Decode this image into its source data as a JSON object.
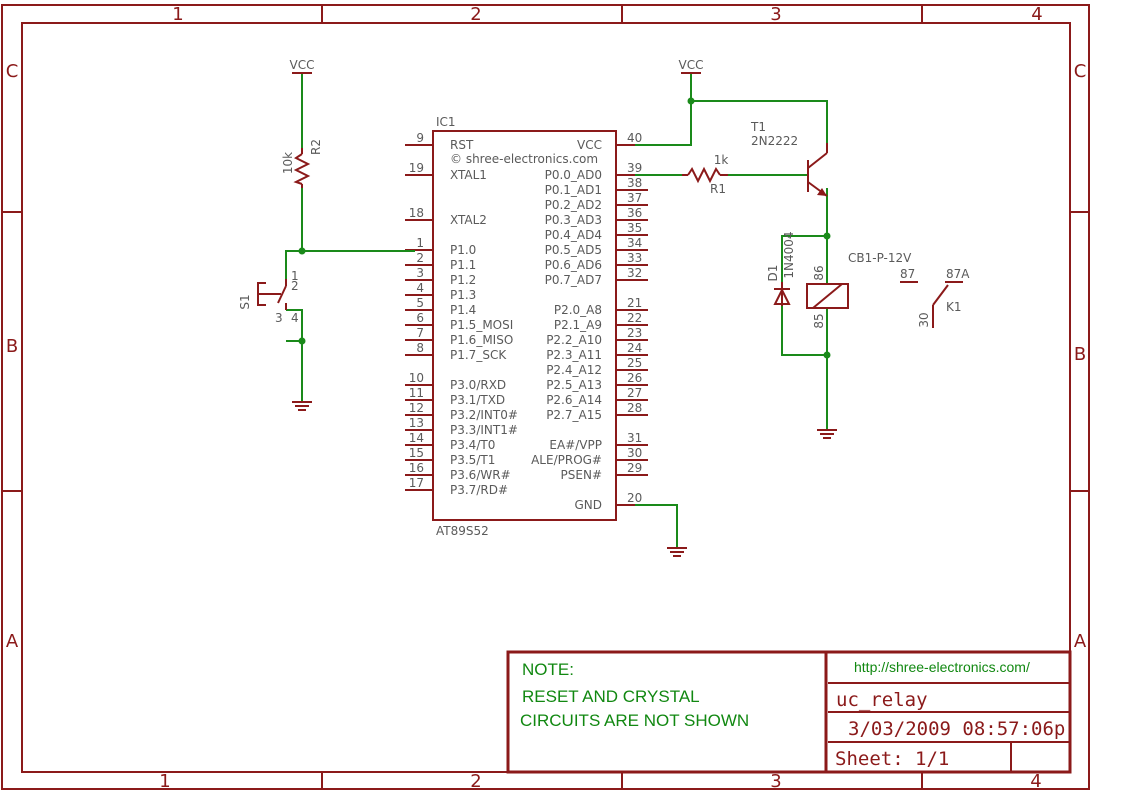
{
  "frame": {
    "zones_top": [
      "1",
      "2",
      "3",
      "4"
    ],
    "zones_bottom": [
      "1",
      "2",
      "3",
      "4"
    ],
    "rows_left": [
      "C",
      "B",
      "A"
    ],
    "rows_right": [
      "C",
      "B",
      "A"
    ]
  },
  "ic": {
    "name": "IC1",
    "value": "AT89S52",
    "copyright": "© shree-electronics.com",
    "left_pins": [
      {
        "num": "9",
        "name": "RST"
      },
      {
        "num": "19",
        "name": "XTAL1"
      },
      {
        "num": "18",
        "name": "XTAL2"
      },
      {
        "num": "1",
        "name": "P1.0"
      },
      {
        "num": "2",
        "name": "P1.1"
      },
      {
        "num": "3",
        "name": "P1.2"
      },
      {
        "num": "4",
        "name": "P1.3"
      },
      {
        "num": "5",
        "name": "P1.4"
      },
      {
        "num": "6",
        "name": "P1.5_MOSI"
      },
      {
        "num": "7",
        "name": "P1.6_MISO"
      },
      {
        "num": "8",
        "name": "P1.7_SCK"
      },
      {
        "num": "10",
        "name": "P3.0/RXD"
      },
      {
        "num": "11",
        "name": "P3.1/TXD"
      },
      {
        "num": "12",
        "name": "P3.2/INT0#"
      },
      {
        "num": "13",
        "name": "P3.3/INT1#"
      },
      {
        "num": "14",
        "name": "P3.4/T0"
      },
      {
        "num": "15",
        "name": "P3.5/T1"
      },
      {
        "num": "16",
        "name": "P3.6/WR#"
      },
      {
        "num": "17",
        "name": "P3.7/RD#"
      }
    ],
    "right_pins": [
      {
        "num": "40",
        "name": "VCC"
      },
      {
        "num": "39",
        "name": "P0.0_AD0"
      },
      {
        "num": "38",
        "name": "P0.1_AD1"
      },
      {
        "num": "37",
        "name": "P0.2_AD2"
      },
      {
        "num": "36",
        "name": "P0.3_AD3"
      },
      {
        "num": "35",
        "name": "P0.4_AD4"
      },
      {
        "num": "34",
        "name": "P0.5_AD5"
      },
      {
        "num": "33",
        "name": "P0.6_AD6"
      },
      {
        "num": "32",
        "name": "P0.7_AD7"
      },
      {
        "num": "21",
        "name": "P2.0_A8"
      },
      {
        "num": "22",
        "name": "P2.1_A9"
      },
      {
        "num": "23",
        "name": "P2.2_A10"
      },
      {
        "num": "24",
        "name": "P2.3_A11"
      },
      {
        "num": "25",
        "name": "P2.4_A12"
      },
      {
        "num": "26",
        "name": "P2.5_A13"
      },
      {
        "num": "27",
        "name": "P2.6_A14"
      },
      {
        "num": "28",
        "name": "P2.7_A15"
      },
      {
        "num": "31",
        "name": "EA#/VPP"
      },
      {
        "num": "30",
        "name": "ALE/PROG#"
      },
      {
        "num": "29",
        "name": "PSEN#"
      },
      {
        "num": "20",
        "name": "GND"
      }
    ]
  },
  "power": {
    "vcc1": "VCC",
    "vcc2": "VCC"
  },
  "r2": {
    "name": "R2",
    "value": "10k"
  },
  "r1": {
    "name": "R1",
    "value": "1k"
  },
  "s1": {
    "name": "S1",
    "pin1": "1",
    "pin2": "2",
    "pin3": "3",
    "pin4": "4"
  },
  "t1": {
    "name": "T1",
    "value": "2N2222"
  },
  "d1": {
    "name": "D1",
    "value": "1N4004"
  },
  "relay": {
    "value": "CB1-P-12V",
    "pin86": "86",
    "pin85": "85",
    "pin87": "87",
    "pin87a": "87A",
    "pin30": "30",
    "contact": "K1"
  },
  "note": {
    "title": "NOTE:",
    "line1": "RESET AND CRYSTAL",
    "line2": "CIRCUITS ARE NOT SHOWN"
  },
  "titleblock": {
    "url": "http://shree-electronics.com/",
    "name": "uc_relay",
    "date": "3/03/2009 08:57:06p",
    "sheet_label": "Sheet:",
    "sheet": "1/1"
  }
}
